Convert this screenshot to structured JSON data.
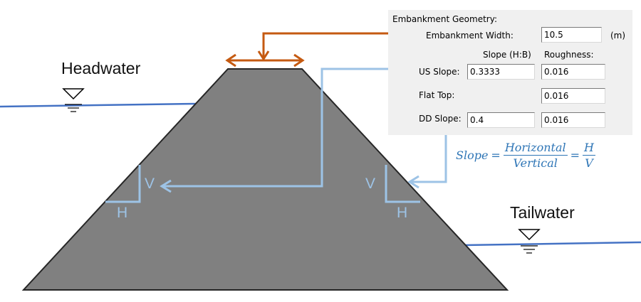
{
  "labels": {
    "headwater": "Headwater",
    "tailwater": "Tailwater",
    "v_left": "V",
    "h_left": "H",
    "v_right": "V",
    "h_right": "H"
  },
  "formula": {
    "lhs": "Slope",
    "eq1": "=",
    "num1": "Horizontal",
    "den1": "Vertical",
    "eq2": "=",
    "num2": "H",
    "den2": "V"
  },
  "panel": {
    "title": "Embankment Geometry:",
    "width_label": "Embankment Width:",
    "width_value": "10.5",
    "width_unit": "(m)",
    "slope_header": "Slope (H:B)",
    "roughness_header": "Roughness:",
    "us_slope_label": "US Slope:",
    "us_slope_value": "0.3333",
    "us_roughness_value": "0.016",
    "flat_top_label": "Flat Top:",
    "flat_top_roughness_value": "0.016",
    "dd_slope_label": "DD Slope:",
    "dd_slope_value": "0.4",
    "dd_roughness_value": "0.016"
  },
  "colors": {
    "embankment": "#808080",
    "water": "#4472c4",
    "width_arrow": "#c55a11",
    "slope_arrow": "#9dc3e6",
    "formula": "#2e75b6"
  }
}
